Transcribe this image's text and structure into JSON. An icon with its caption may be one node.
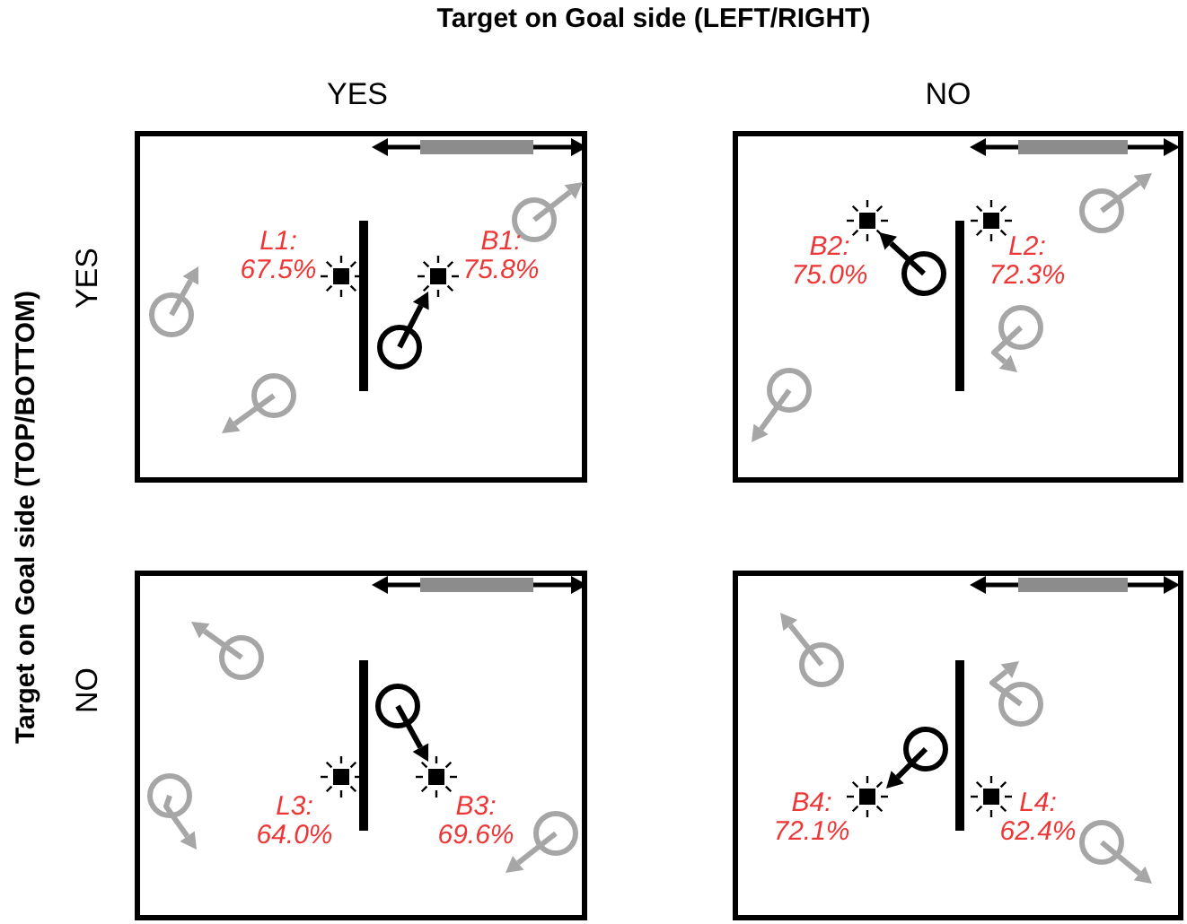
{
  "diagram": {
    "nodes": [
      {
        "text": [
          "L1: 67.5%",
          "B1: 75.8%"
        ]
      },
      {
        "text": [
          "B2: 75.0%",
          "L2: 72.3%"
        ]
      },
      {
        "text": [
          "L3: 64.0%",
          "B3: 69.6%"
        ]
      },
      {
        "text": [
          "B4: 72.1%",
          "L4: 62.4%"
        ]
      }
    ],
    "labels": [
      "Target on Goal side (LEFT/RIGHT)",
      "YES",
      "NO",
      "Target on Goal side (TOP/BOTTOM)",
      "YES",
      "NO"
    ]
  }
}
